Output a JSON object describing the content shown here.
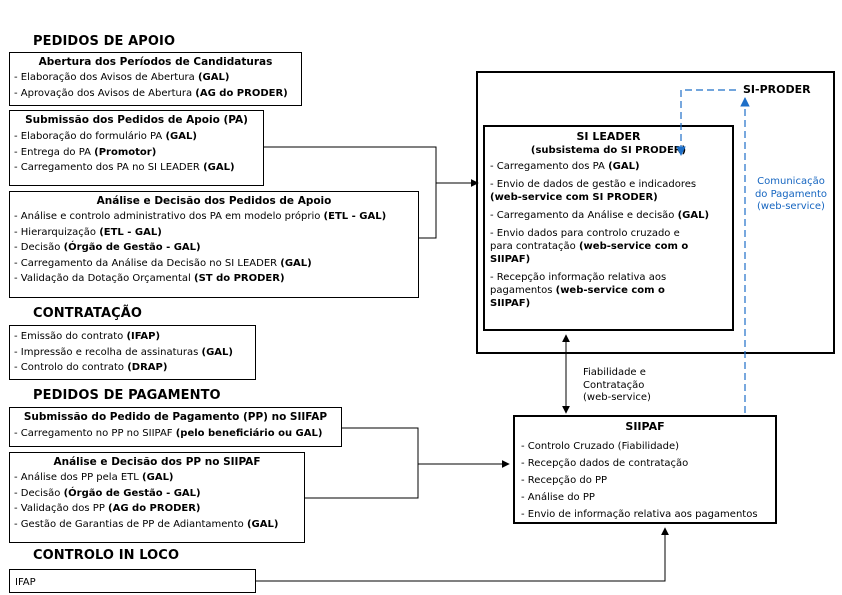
{
  "sections": {
    "pedidos_apoio": "PEDIDOS DE APOIO",
    "contratacao": "CONTRATAÇÃO",
    "pedidos_pagamento": "PEDIDOS DE PAGAMENTO",
    "controlo_in_loco": "CONTROLO IN LOCO"
  },
  "abertura": {
    "title": "Abertura dos Períodos de Candidaturas",
    "lines": [
      {
        "text": "- Elaboração dos Avisos de Abertura ",
        "bold": "(GAL)"
      },
      {
        "text": "- Aprovação dos Avisos de Abertura ",
        "bold": "(AG do PRODER)"
      }
    ]
  },
  "submissao_pa": {
    "title": "Submissão dos Pedidos de Apoio (PA)",
    "lines": [
      {
        "text": "- Elaboração do formulário PA ",
        "bold": "(GAL)"
      },
      {
        "text": "- Entrega do PA ",
        "bold": "(Promotor)"
      },
      {
        "text": "- Carregamento dos PA no SI LEADER ",
        "bold": "(GAL)"
      }
    ]
  },
  "analise_pa": {
    "title": "Análise e Decisão dos Pedidos de Apoio",
    "lines": [
      {
        "text": "- Análise e controlo administrativo dos PA em modelo próprio ",
        "bold": "(ETL - GAL)"
      },
      {
        "text": "- Hierarquização ",
        "bold": "(ETL - GAL)"
      },
      {
        "text": "- Decisão ",
        "bold": "(Órgão de Gestão - GAL)"
      },
      {
        "text": "- Carregamento da Análise da Decisão no SI LEADER ",
        "bold": "(GAL)"
      },
      {
        "text": "- Validação da Dotação Orçamental ",
        "bold": "(ST do PRODER)"
      }
    ]
  },
  "contratacao_box": {
    "lines": [
      {
        "text": "- Emissão do contrato ",
        "bold": "(IFAP)"
      },
      {
        "text": "- Impressão e recolha de assinaturas ",
        "bold": "(GAL)"
      },
      {
        "text": "- Controlo do contrato ",
        "bold": "(DRAP)"
      }
    ]
  },
  "submissao_pp": {
    "title": "Submissão do Pedido de Pagamento (PP) no SIIFAP",
    "lines": [
      {
        "text": "- Carregamento no PP no SIIPAF ",
        "bold": "(pelo beneficiário ou GAL)"
      }
    ]
  },
  "analise_pp": {
    "title": "Análise e Decisão dos PP no SIIPAF",
    "lines": [
      {
        "text": "- Análise dos PP pela ETL ",
        "bold": "(GAL)"
      },
      {
        "text": "- Decisão ",
        "bold": "(Órgão de Gestão - GAL)"
      },
      {
        "text": "- Validação dos PP ",
        "bold": "(AG do PRODER)"
      },
      {
        "text": "- Gestão de Garantias de PP de Adiantamento ",
        "bold": "(GAL)"
      }
    ]
  },
  "controlo_box": {
    "text": "IFAP"
  },
  "si_proder": {
    "title": "SI-PRODER"
  },
  "si_leader": {
    "title": "SI LEADER",
    "subtitle": "(subsistema do SI PRODER)",
    "items": [
      {
        "lines": [
          {
            "text": "- Carregamento dos PA ",
            "bold": "(GAL)"
          }
        ]
      },
      {
        "lines": [
          {
            "text": "- Envio de dados de gestão e indicadores",
            "bold": ""
          },
          {
            "text": "",
            "bold": "(web-service com SI PRODER)"
          }
        ]
      },
      {
        "lines": [
          {
            "text": "- Carregamento da Análise e decisão ",
            "bold": "(GAL)"
          }
        ]
      },
      {
        "lines": [
          {
            "text": "- Envio dados para controlo cruzado e",
            "bold": ""
          },
          {
            "text": "para contratação ",
            "bold": "(web-service com o"
          },
          {
            "text": "",
            "bold": "SIIPAF)"
          }
        ]
      },
      {
        "lines": [
          {
            "text": "- Recepção informação relativa aos",
            "bold": ""
          },
          {
            "text": "pagamentos ",
            "bold": "(web-service com o"
          },
          {
            "text": "",
            "bold": "SIIPAF)"
          }
        ]
      }
    ]
  },
  "siipaf": {
    "title": "SIIPAF",
    "lines": [
      "- Controlo Cruzado (Fiabilidade)",
      "- Recepção dados de contratação",
      "- Recepção do PP",
      "- Análise do PP",
      "- Envio de informação relativa aos pagamentos"
    ]
  },
  "labels": {
    "fiabilidade": [
      "Fiabilidade e",
      "Contratação",
      "(web-service)"
    ],
    "comunicacao": [
      "Comunicação",
      "do Pagamento",
      "(web-service)"
    ]
  },
  "colors": {
    "link_blue": "#1565c0",
    "dashed_blue": "#1e6fc8",
    "line": "#000000"
  }
}
